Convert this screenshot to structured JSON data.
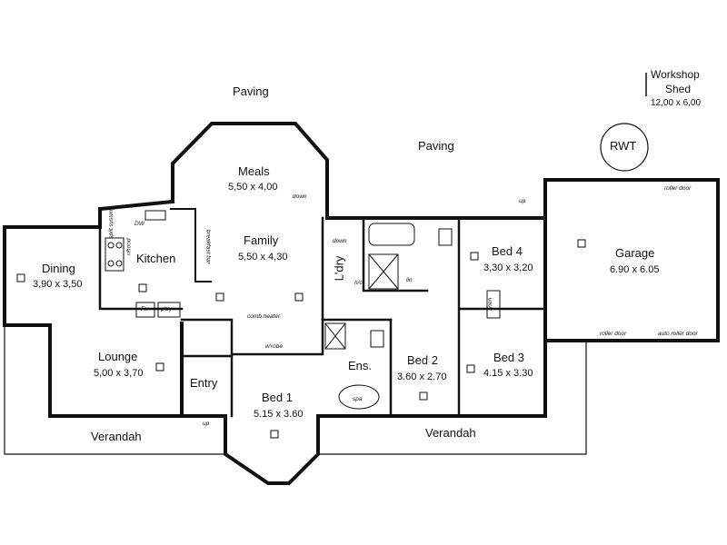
{
  "outside": {
    "paving_top": "Paving",
    "paving_right": "Paving",
    "verandah_left": "Verandah",
    "verandah_right": "Verandah",
    "workshop_title_1": "Workshop",
    "workshop_title_2": "Shed",
    "workshop_dim": "12,00 x 6,00",
    "rwt": "RWT"
  },
  "rooms": {
    "meals": {
      "name": "Meals",
      "dim": "5,50 x 4,00"
    },
    "family": {
      "name": "Family",
      "dim": "5,50 x 4,30"
    },
    "dining": {
      "name": "Dining",
      "dim": "3,90 x 3,50"
    },
    "kitchen": {
      "name": "Kitchen"
    },
    "lounge": {
      "name": "Lounge",
      "dim": "5,00 x 3,70"
    },
    "entry": {
      "name": "Entry"
    },
    "bed1": {
      "name": "Bed 1",
      "dim": "5.15 x 3.60"
    },
    "bed2": {
      "name": "Bed 2",
      "dim": "3.60 x 2.70"
    },
    "bed3": {
      "name": "Bed 3",
      "dim": "4.15 x 3.30"
    },
    "bed4": {
      "name": "Bed 4",
      "dim": "3,30 x 3,20"
    },
    "garage": {
      "name": "Garage",
      "dim": "6.90 x 6.05"
    },
    "laundry": {
      "name": "L'dry"
    },
    "ensuite": {
      "name": "Ens."
    }
  },
  "annotations": {
    "down_meals": "down",
    "down_laundry": "down",
    "up_garage": "up",
    "up_entry": "up",
    "dw": "DW",
    "breakfast_bar": "breakfast bar",
    "split_system": "split system",
    "rhood": "r/hood",
    "pantry": "p'try",
    "fridge": "Fr.",
    "comb_heater": "comb.heater",
    "wrobe": "w'robe",
    "linen": "linen",
    "lin": "lin",
    "hic": "h/c",
    "spa": "spa",
    "roller_door_1": "roller door",
    "roller_door_2": "roller door",
    "auto_roller_door": "auto roller door"
  }
}
